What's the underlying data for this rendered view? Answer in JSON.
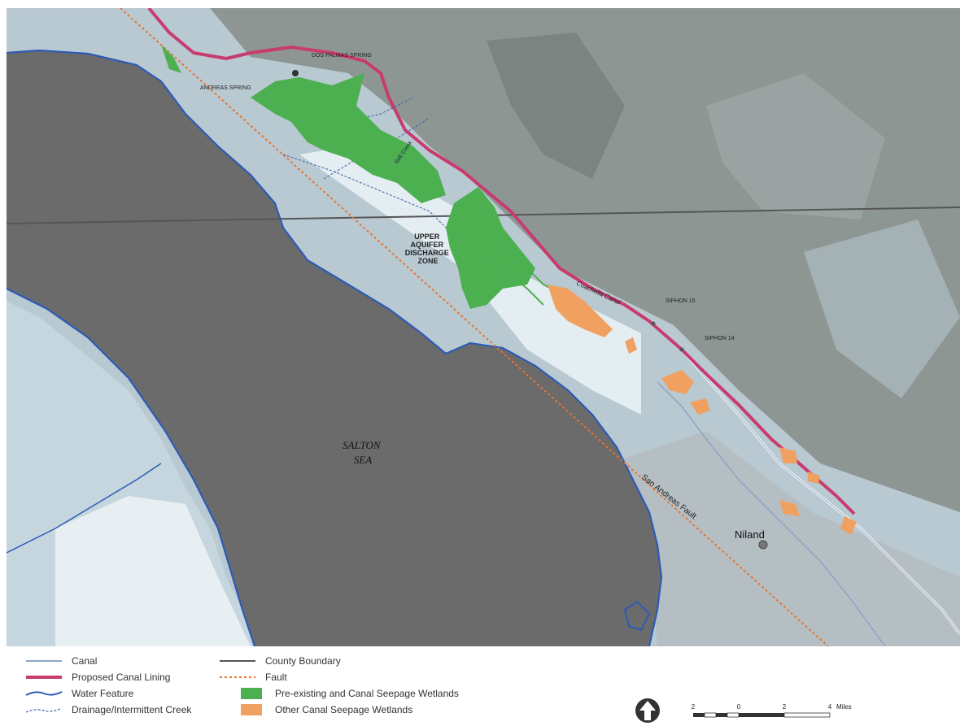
{
  "map": {
    "labels": {
      "spring1": "DOS PALMAS SPRING",
      "spring2": "ANDREAS SPRING",
      "creek": "Salt Creek",
      "zone": [
        "UPPER",
        "AQUIFER",
        "DISCHARGE",
        "ZONE"
      ],
      "canal": "Coachella Canal",
      "siphon1": "SIPHON 15",
      "siphon2": "SIPHON 14",
      "sea": [
        "SALTON",
        "SEA"
      ],
      "fault": "San Andreas Fault",
      "town": "Niland"
    }
  },
  "legend": {
    "canal": "Canal",
    "proposed_lining": "Proposed Canal Lining",
    "water_feature": "Water Feature",
    "drainage": "Drainage/Intermittent Creek",
    "county_boundary": "County Boundary",
    "fault": "Fault",
    "preexisting_wetlands": "Pre-existing and Canal Seepage Wetlands",
    "other_wetlands": "Other Canal Seepage Wetlands"
  },
  "scale": {
    "ticks": [
      "2",
      "0",
      "2",
      "4"
    ],
    "unit": "Miles"
  },
  "colors": {
    "sea": "#6b6b6b",
    "land": "#b9c9d2",
    "mountains": "#8e9694",
    "proposed_lining": "#c83b6e",
    "water_feature": "#2d5bb5",
    "fault": "#e8742f",
    "preexisting_wetlands": "#4caf50",
    "other_wetlands": "#f0a060",
    "county_boundary": "#555555"
  },
  "icons": {
    "north": "north-arrow-icon"
  }
}
